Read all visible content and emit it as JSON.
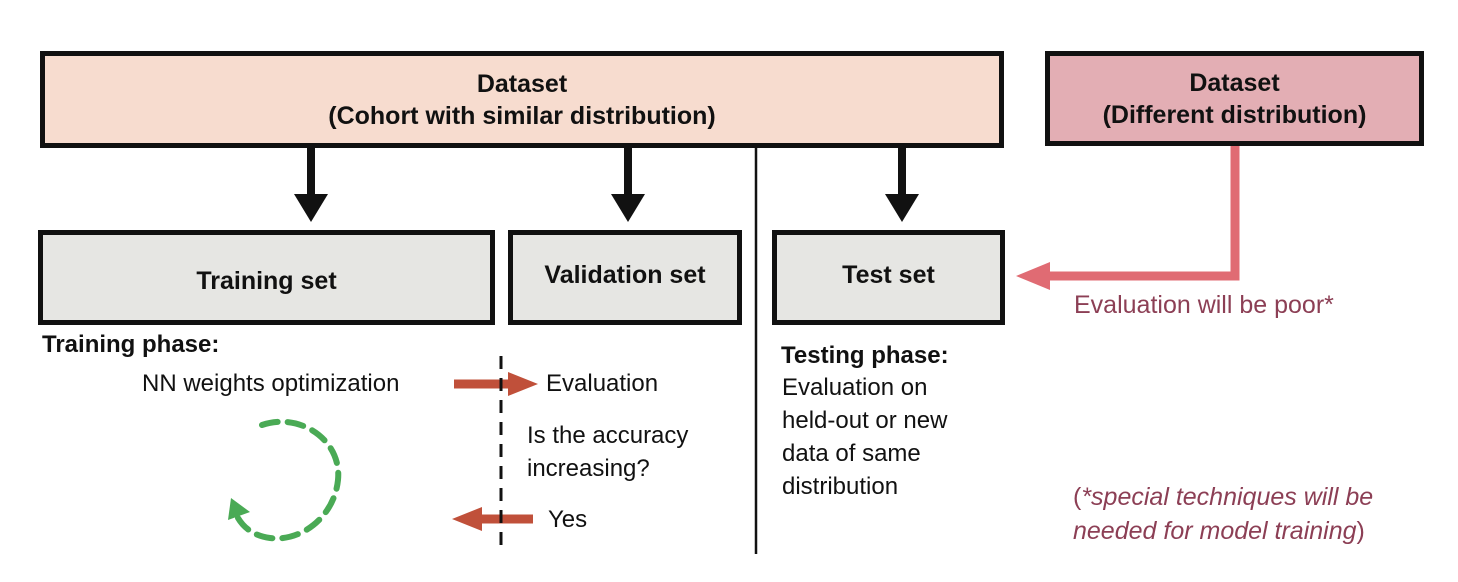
{
  "boxes": {
    "dataset_main": {
      "line1": "Dataset",
      "line2": "(Cohort with similar distribution)"
    },
    "dataset_diff": {
      "line1": "Dataset",
      "line2": "(Different distribution)"
    },
    "training_set": "Training set",
    "validation_set": "Validation set",
    "test_set": "Test set"
  },
  "training_phase": {
    "heading": "Training phase:",
    "nn_weights": "NN weights optimization",
    "evaluation": "Evaluation",
    "question_line1": "Is the accuracy",
    "question_line2": "increasing?",
    "yes": "Yes"
  },
  "testing_phase": {
    "heading": "Testing phase:",
    "lines": [
      "Evaluation on",
      "held-out or new",
      "data of same",
      "distribution"
    ]
  },
  "evaluation_poor": "Evaluation will be poor*",
  "footnote": {
    "open": "(",
    "italic_line1": "*special techniques will be",
    "italic_line2": "needed for model training",
    "close": ")"
  },
  "colors": {
    "dataset_main_fill": "#f7dccf",
    "dataset_diff_fill": "#e3aeb4",
    "set_box_fill": "#e6e6e3",
    "red_arrow": "#e06b73",
    "brown_arrow": "#c0503a",
    "green_loop": "#4aaa55",
    "annotation_text": "#8c3f55"
  }
}
